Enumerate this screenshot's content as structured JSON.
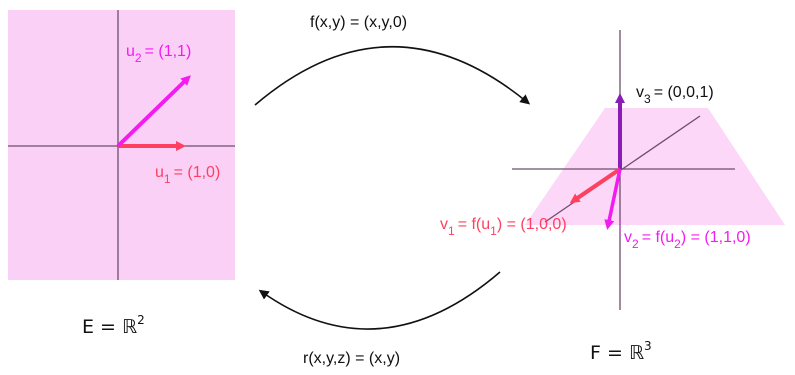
{
  "colors": {
    "plane": "#fbd0f6",
    "axis": "#6b4f6b",
    "red": "#ff4060",
    "magenta": "#f21cf0",
    "purple": "#8a1cb8",
    "text": "#111111"
  },
  "left_space": {
    "u1": {
      "name": "u",
      "sub": "1",
      "value": "= (1,0)"
    },
    "u2": {
      "name": "u",
      "sub": "2",
      "value": "= (1,1)"
    },
    "label": {
      "prefix": "E = ",
      "field": "ℝ",
      "exponent": "2"
    }
  },
  "right_space": {
    "v1": {
      "name": "v",
      "sub": "1",
      "mid": "= f(u",
      "mid_sub": "1",
      "value": ") = (1,0,0)"
    },
    "v2": {
      "name": "v",
      "sub": "2",
      "mid": "= f(u",
      "mid_sub": "2",
      "value": ") = (1,1,0)"
    },
    "v3": {
      "name": "v",
      "sub": "3",
      "value": "= (0,0,1)"
    },
    "label": {
      "prefix": "F = ",
      "field": "ℝ",
      "exponent": "3"
    }
  },
  "maps": {
    "f": "f(x,y) = (x,y,0)",
    "r": "r(x,y,z) = (x,y)"
  }
}
